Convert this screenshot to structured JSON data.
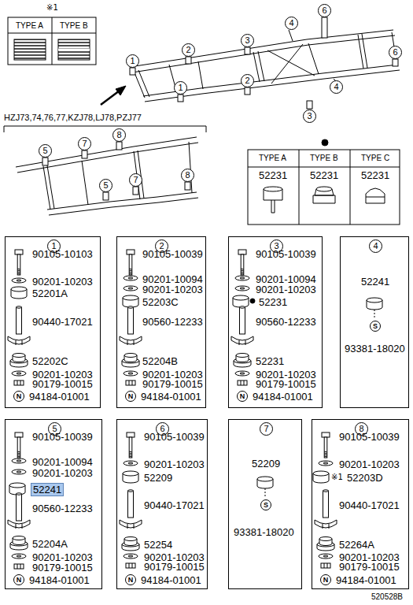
{
  "diagram": {
    "nodes": [
      {
        "text": [
          "1",
          "90105-10103",
          "90201-10203",
          "52201A",
          "90440-17021",
          "52202C",
          "90201-10203",
          "90179-10015",
          "N",
          "94184-01001"
        ]
      },
      {
        "text": [
          "2",
          "90105-10039",
          "90201-10094",
          "90201-10203",
          "52203C",
          "90560-12233",
          "52204B",
          "90201-10203",
          "90179-10015",
          "N",
          "94184-01001"
        ]
      },
      {
        "text": [
          "3",
          "90105-10039",
          "90201-10094",
          "90201-10203",
          "52231",
          "90560-12233",
          "52231",
          "90201-10203",
          "90179-10015",
          "N",
          "94184-01001"
        ]
      },
      {
        "text": [
          "4",
          "52241",
          "S",
          "93381-18020"
        ]
      },
      {
        "text": [
          "5",
          "90105-10039",
          "90201-10094",
          "90201-10203",
          "52241",
          "90560-12233",
          "52204A",
          "90201-10203",
          "90179-10015",
          "N",
          "94184-01001"
        ]
      },
      {
        "text": [
          "6",
          "90105-10039",
          "90201-10203",
          "52209",
          "90440-17021",
          "52254",
          "90201-10203",
          "90179-10015",
          "N",
          "94184-01001"
        ]
      },
      {
        "text": [
          "7",
          "52209",
          "S",
          "93381-18020"
        ]
      },
      {
        "text": [
          "8",
          "90105-10039",
          "90201-10203",
          "※1",
          "52203D",
          "90440-17021",
          "52264A",
          "90201-10203",
          "90179-10015",
          "N",
          "94184-01001"
        ]
      }
    ],
    "labels": [
      "※1",
      "TYPE A",
      "TYPE B",
      "1",
      "2",
      "3",
      "4",
      "6",
      "6",
      "1",
      "2",
      "4",
      "3",
      "HZJ73,74,76,77,KZJ78,LJ78,PZJ77",
      "5",
      "7",
      "8",
      "5",
      "7",
      "8",
      "TYPE A",
      "TYPE B",
      "TYPE C",
      "52231",
      "52231",
      "52231",
      "520528B"
    ]
  }
}
